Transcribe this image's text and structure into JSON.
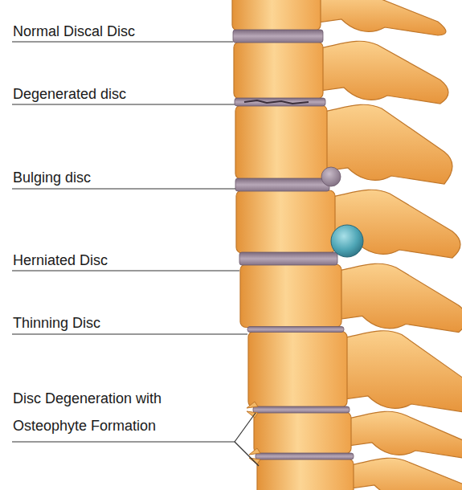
{
  "diagram": {
    "labels": [
      "Normal Discal Disc",
      "Degenerated disc",
      "Bulging disc",
      "Herniated Disc",
      "Thinning Disc",
      "Disc Degeneration with Osteophyte Formation"
    ]
  }
}
